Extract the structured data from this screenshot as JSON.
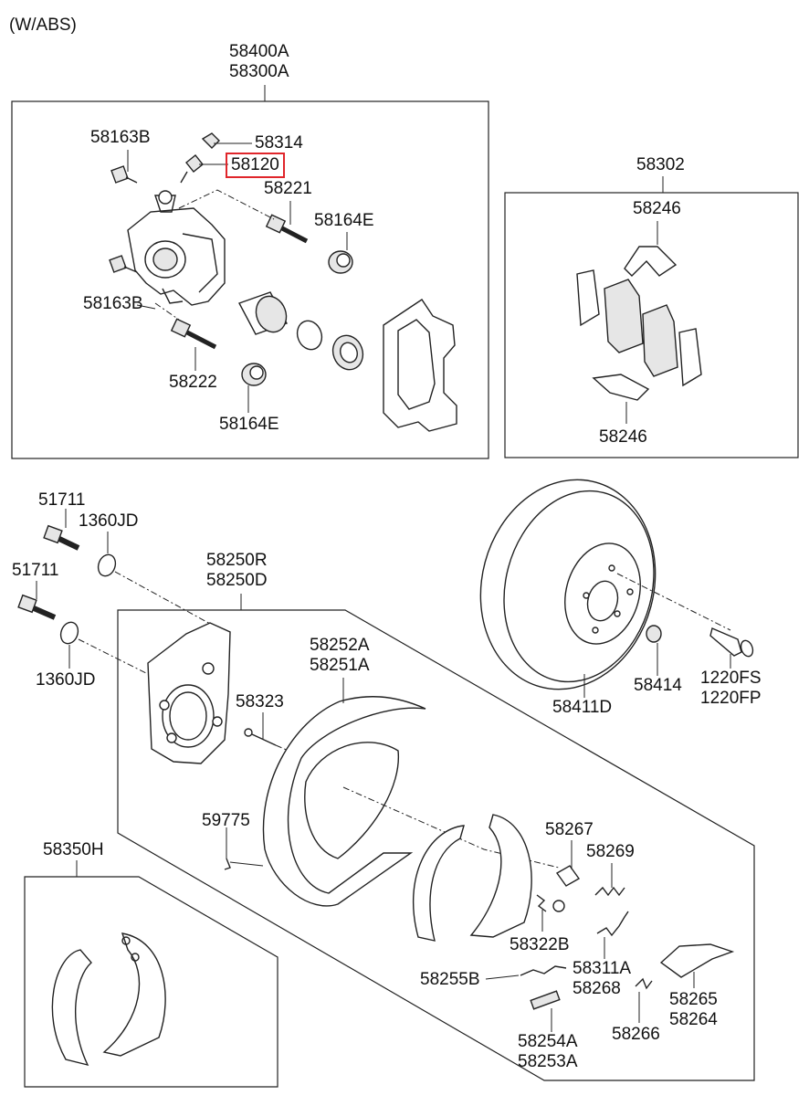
{
  "header": {
    "variant": "(W/ABS)"
  },
  "highlight_color": "#e0262b",
  "labels": {
    "caliper_assy_1": "58400A",
    "caliper_assy_2": "58300A",
    "bolt_upper": "58163B",
    "bleeder_cap": "58314",
    "bleeder_screw": "58120",
    "guide_rod_upper": "58221",
    "boot_upper": "58164E",
    "bolt_lower": "58163B",
    "guide_rod_lower": "58222",
    "boot_lower": "58164E",
    "pad_kit": "58302",
    "shim_upper": "58246",
    "shim_lower": "58246",
    "bolt_a": "51711",
    "washer_a": "1360JD",
    "bolt_b": "51711",
    "washer_b": "1360JD",
    "backing_plate_1": "58250R",
    "backing_plate_2": "58250D",
    "dust_cover_1": "58252A",
    "dust_cover_2": "58251A",
    "pin": "58323",
    "clip": "59775",
    "shoe_kit": "58350H",
    "retainer": "58267",
    "spring_a": "58269",
    "spring_b": "58322B",
    "spring_c1": "58311A",
    "spring_c2": "58268",
    "spring_d": "58255B",
    "adjuster_1": "58254A",
    "adjuster_2": "58253A",
    "spring_e": "58266",
    "lever_1": "58265",
    "lever_2": "58264",
    "disc": "58411D",
    "nut": "58414",
    "hub_bolt_1": "1220FS",
    "hub_bolt_2": "1220FP"
  }
}
